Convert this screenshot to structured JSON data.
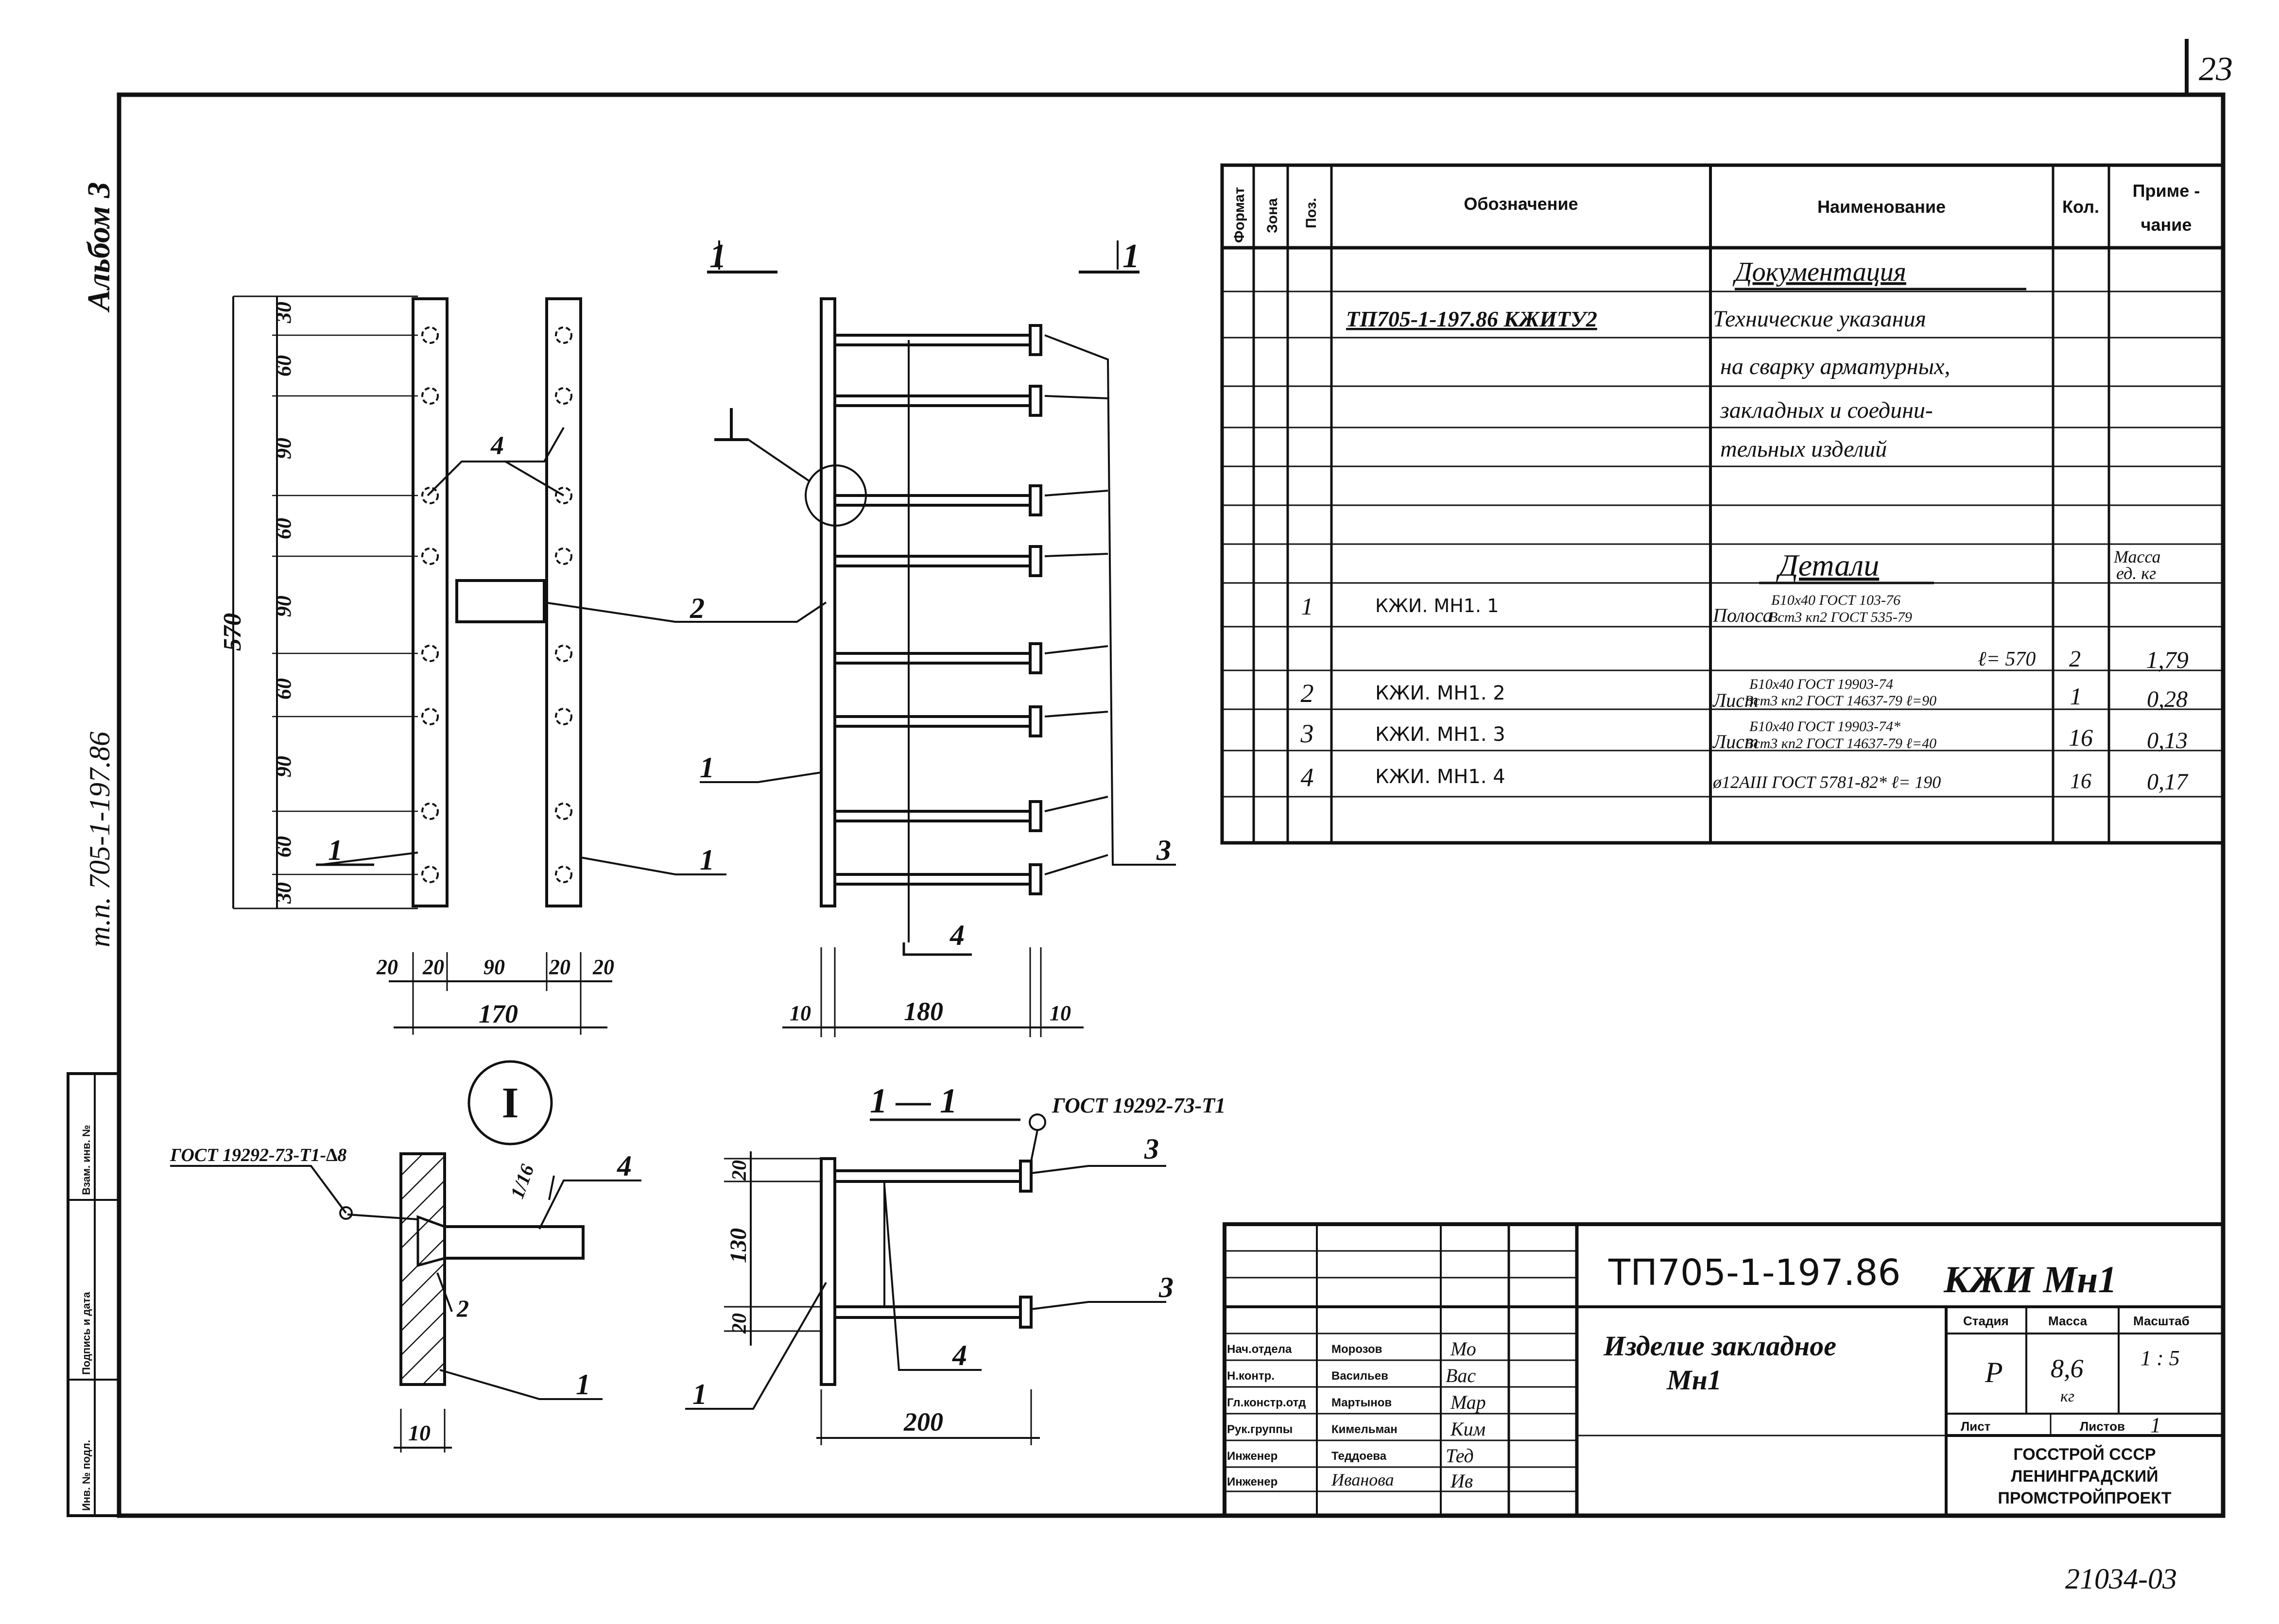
{
  "sheet_number": "23",
  "album_label": "Альбом 3",
  "side_code": "т.п. 705-1-197.86",
  "archive_number": "21034-03",
  "side_stamp": [
    "Инв. № подл.",
    "Подпись и дата",
    "Взам. инв. №"
  ],
  "spec": {
    "headers": {
      "format": "Формат",
      "zone": "Зона",
      "pos": "Поз.",
      "designation": "Обозначение",
      "name": "Наименование",
      "qty": "Кол.",
      "note_line1": "Приме -",
      "note_line2": "чание"
    },
    "section_docs": "Документация",
    "doc_designation": "ТП705-1-197.86 КЖИТУ2",
    "doc_name_lines": [
      "Технические указания",
      "на сварку арматурных,",
      "закладных и соедини-",
      "тельных изделий"
    ],
    "section_parts": "Детали",
    "mass_header_line1": "Масса",
    "mass_header_line2": "ед. кг",
    "rows": [
      {
        "pos": "1",
        "designation": "КЖИ. МН1. 1",
        "name_prefix": "Полоса",
        "name_top": "Б10х40 ГОСТ 103-76",
        "name_bottom": "Вст3 кп2 ГОСТ 535-79",
        "name_extra": "ℓ= 570",
        "qty": "2",
        "mass": "1,79"
      },
      {
        "pos": "2",
        "designation": "КЖИ. МН1. 2",
        "name_prefix": "Лист",
        "name_top": "Б10х40 ГОСТ 19903-74",
        "name_bottom": "Вст3 кп2 ГОСТ 14637-79 ℓ=90",
        "name_extra": "",
        "qty": "1",
        "mass": "0,28"
      },
      {
        "pos": "3",
        "designation": "КЖИ. МН1. 3",
        "name_prefix": "Лист",
        "name_top": "Б10х40 ГОСТ 19903-74*",
        "name_bottom": "Вст3 кп2 ГОСТ 14637-79 ℓ=40",
        "name_extra": "",
        "qty": "16",
        "mass": "0,13"
      },
      {
        "pos": "4",
        "designation": "КЖИ. МН1. 4",
        "name_prefix": "",
        "name_top": "",
        "name_bottom": "ø12АIII ГОСТ 5781-82* ℓ= 190",
        "name_extra": "",
        "qty": "16",
        "mass": "0,17"
      }
    ]
  },
  "views": {
    "section_mark_left": "1",
    "section_mark_right": "1",
    "node_label": "I",
    "section_title": "1 — 1",
    "weld_note_top": "ГОСТ 19292-73-Т1",
    "weld_note_node": "ГОСТ 19292-73-Т1-∆8",
    "leader_4": "4",
    "pos_labels": [
      "1",
      "1",
      "2",
      "1",
      "3",
      "4",
      "4",
      "2",
      "1",
      "3",
      "3",
      "4",
      "1"
    ],
    "dim_overall": "570",
    "dim_chain": [
      "30",
      "60",
      "90",
      "60",
      "90",
      "60",
      "90",
      "60",
      "30"
    ],
    "dim_bottom_chain": [
      "20",
      "20",
      "90",
      "20",
      "20"
    ],
    "dim_width": "170",
    "dim_side": [
      "10",
      "180",
      "10"
    ],
    "dim_section_vertical": [
      "20",
      "130",
      "20"
    ],
    "dim_section_width": "200",
    "dim_node_slope": "1/16",
    "dim_node_thick": "10"
  },
  "title_block": {
    "code": "ТП705-1-197.86",
    "mark": "КЖИ Мн1",
    "item_name": "Изделие закладное",
    "item_mark": "Мн1",
    "people": [
      {
        "role": "Нач.отдела",
        "name": "Морозов",
        "sign": "Мо"
      },
      {
        "role": "Н.контр.",
        "name": "Васильев",
        "sign": "Вас"
      },
      {
        "role": "Гл.констр.отд",
        "name": "Мартынов",
        "sign": "Мар"
      },
      {
        "role": "Рук.группы",
        "name": "Кимельман",
        "sign": "Ким"
      },
      {
        "role": "Инженер",
        "name": "Теддоева",
        "sign": "Тед"
      },
      {
        "role": "Инженер",
        "name": "Иванова",
        "sign": "Ив"
      }
    ],
    "stage_header": "Стадия",
    "mass_header": "Масса",
    "scale_header": "Масштаб",
    "stage": "Р",
    "mass_value": "8,6",
    "mass_unit": "кг",
    "scale": "1 : 5",
    "sheet_label": "Лист",
    "sheets_label": "Листов",
    "sheets_value": "1",
    "org_line1": "ГОССТРОЙ СССР",
    "org_line2": "ЛЕНИНГРАДСКИЙ",
    "org_line3": "ПРОМСТРОЙПРОЕКТ"
  }
}
